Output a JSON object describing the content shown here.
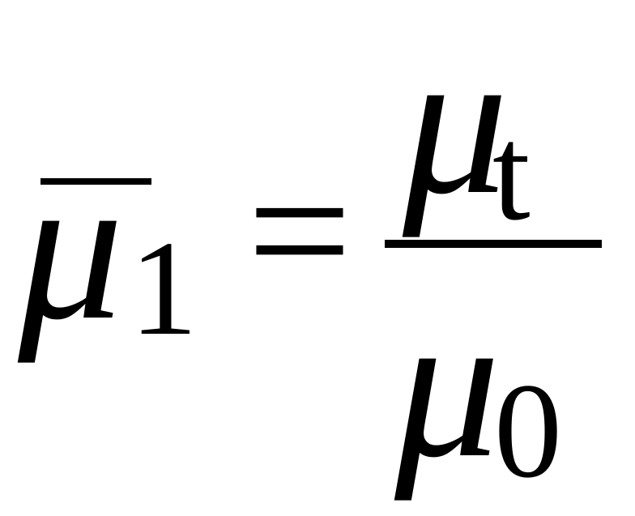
{
  "formula": {
    "lhs": {
      "symbol": "μ",
      "subscript": "1"
    },
    "operator": "=",
    "numerator": {
      "symbol": "μ",
      "subscript": "t"
    },
    "denominator": {
      "symbol": "μ",
      "subscript": "0"
    }
  }
}
